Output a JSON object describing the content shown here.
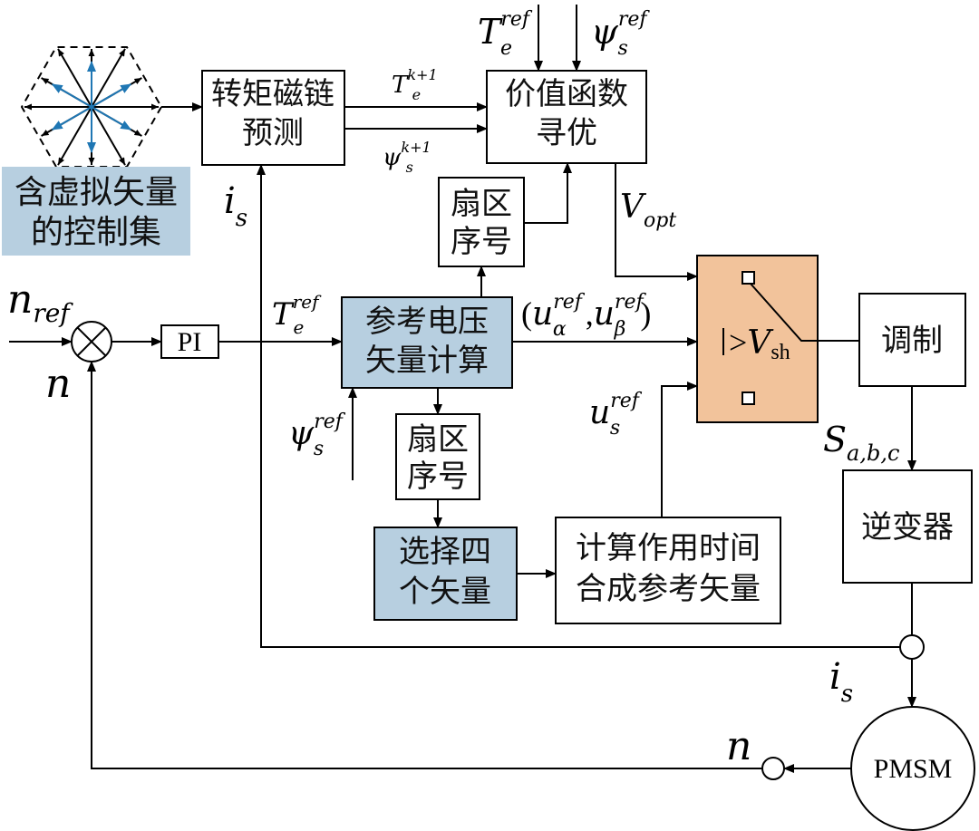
{
  "colors": {
    "box_blue": "#b7cfe0",
    "switch_orange": "#f2c39b",
    "vector_blue": "#1f77b4"
  },
  "blocks": {
    "virtual_set_label": [
      "含虚拟矢量",
      "的控制集"
    ],
    "torque_flux_prediction": [
      "转矩磁链",
      "预测"
    ],
    "cost_function": [
      "价值函数",
      "寻优"
    ],
    "sector_top": [
      "扇区",
      "序号"
    ],
    "ref_voltage_calc": [
      "参考电压",
      "矢量计算"
    ],
    "sector_mid": [
      "扇区",
      "序号"
    ],
    "select_four": [
      "选择四",
      "个矢量"
    ],
    "calc_time": [
      "计算作用时间",
      "合成参考矢量"
    ],
    "pi": "PI",
    "modulation": "调制",
    "inverter": "逆变器",
    "motor": "PMSM",
    "switch_threshold_op": ">",
    "switch_threshold_sym": "V",
    "switch_threshold_sub": "sh"
  },
  "signals": {
    "n_ref": {
      "base": "n",
      "sub": "ref"
    },
    "n_feedback": "n",
    "n_motor": "n",
    "is_left": {
      "base": "i",
      "sub": "s"
    },
    "is_bottom": {
      "base": "i",
      "sub": "s"
    },
    "te_ref_top": {
      "base": "T",
      "sub": "e",
      "sup": "ref"
    },
    "psi_ref_top": {
      "base": "ψ",
      "sub": "s",
      "sup": "ref"
    },
    "te_pred": {
      "base": "T",
      "sub": "e",
      "sup": "k+1"
    },
    "psi_pred": {
      "base": "ψ",
      "sub": "s",
      "sup": "k+1"
    },
    "v_opt": {
      "base": "V",
      "sub": "opt"
    },
    "te_ref_pi": {
      "base": "T",
      "sub": "e",
      "sup": "ref"
    },
    "psi_ref_mid": {
      "base": "ψ",
      "sub": "s",
      "sup": "ref"
    },
    "u_alpha_beta": {
      "open": "(",
      "u1": "u",
      "sub1": "α",
      "sup1": "ref",
      "comma": " ,",
      "u2": "u",
      "sub2": "β",
      "sup2": "ref",
      "close": ")"
    },
    "us_ref": {
      "base": "u",
      "sub": "s",
      "sup": "ref"
    },
    "s_abc": {
      "base": "S",
      "sub": "a,b,c"
    }
  }
}
